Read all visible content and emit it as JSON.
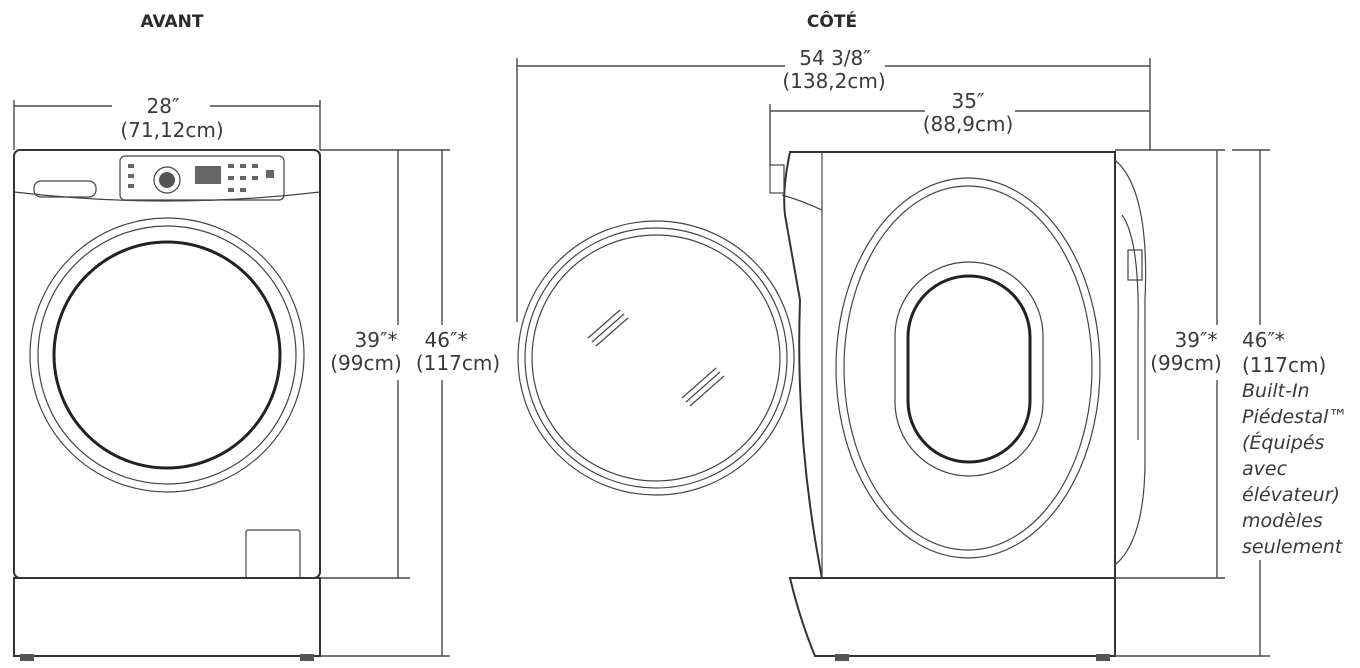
{
  "front_view": {
    "heading": "AVANT",
    "width": {
      "in": "28″",
      "cm": "(71,12cm)"
    },
    "height_cabinet": {
      "in": "39″*",
      "cm": "(99cm)"
    },
    "height_total": {
      "in": "46″*",
      "cm": "(117cm)"
    }
  },
  "side_view": {
    "heading": "CÔTÉ",
    "depth_door_open": {
      "in": "54 3/8″",
      "cm": "(138,2cm)"
    },
    "depth": {
      "in": "35″",
      "cm": "(88,9cm)"
    },
    "height_cabinet": {
      "in": "39″*",
      "cm": "(99cm)"
    },
    "height_total": {
      "in": "46″*",
      "cm": "(117cm)"
    },
    "pedestal_note": [
      "Built-In",
      "Piédestal™",
      "(Équipés",
      "avec",
      "élévateur)",
      "modèles",
      "seulement"
    ]
  },
  "colors": {
    "line": "#333333",
    "text": "#3a3a3a",
    "background": "#ffffff"
  }
}
